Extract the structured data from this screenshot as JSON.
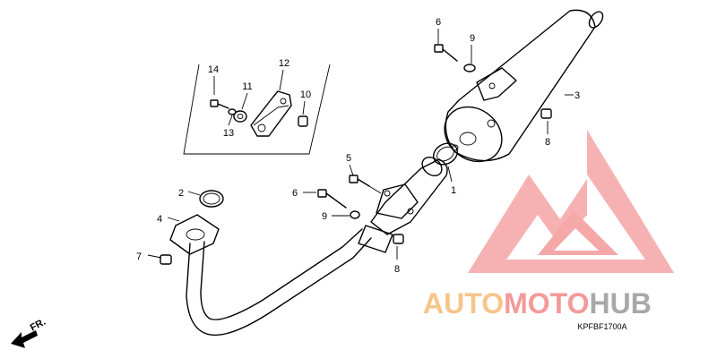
{
  "diagram": {
    "code": "KPFBF1700A",
    "direction_label": "FR.",
    "callouts": [
      {
        "id": "c1",
        "label": "1"
      },
      {
        "id": "c2",
        "label": "2"
      },
      {
        "id": "c3",
        "label": "3"
      },
      {
        "id": "c4",
        "label": "4"
      },
      {
        "id": "c5",
        "label": "5"
      },
      {
        "id": "c6a",
        "label": "6"
      },
      {
        "id": "c6b",
        "label": "6"
      },
      {
        "id": "c7",
        "label": "7"
      },
      {
        "id": "c8a",
        "label": "8"
      },
      {
        "id": "c8b",
        "label": "8"
      },
      {
        "id": "c9a",
        "label": "9"
      },
      {
        "id": "c9b",
        "label": "9"
      },
      {
        "id": "c10",
        "label": "10"
      },
      {
        "id": "c11",
        "label": "11"
      },
      {
        "id": "c12",
        "label": "12"
      },
      {
        "id": "c13",
        "label": "13"
      },
      {
        "id": "c14",
        "label": "14"
      }
    ]
  },
  "watermark": {
    "part1": "AUTO",
    "part2": "MOTO",
    "part3": "HUB",
    "color_primary": "#f6c58a",
    "color_secondary": "#f39a9a",
    "color_tertiary": "#a8a8a8"
  }
}
